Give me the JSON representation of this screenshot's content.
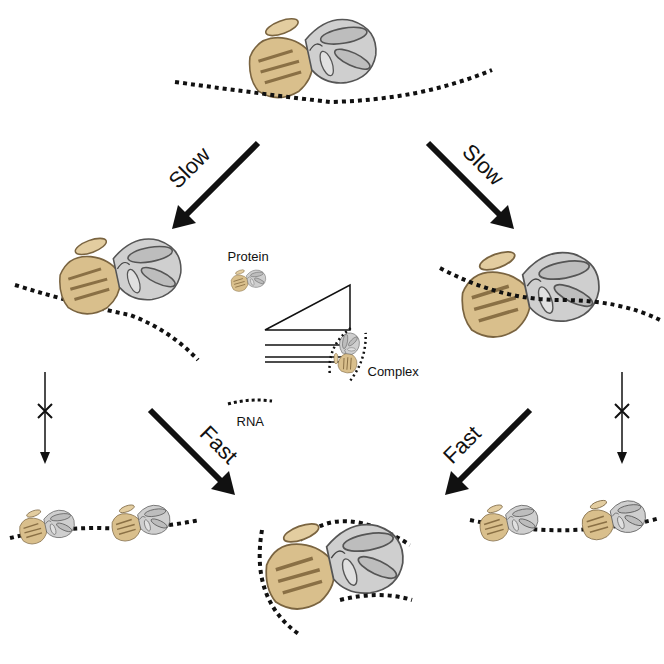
{
  "diagram": {
    "labels": [
      "Slow",
      "Slow",
      "Protein",
      "Complex",
      "RNA",
      "Fast",
      "Fast"
    ]
  }
}
